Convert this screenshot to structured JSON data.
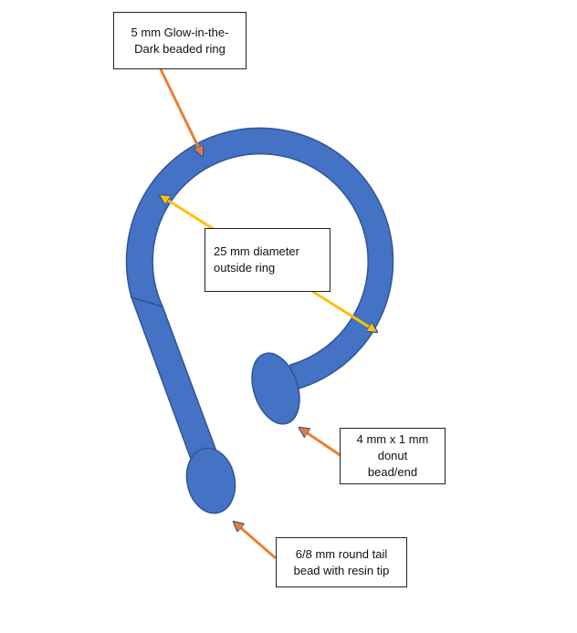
{
  "colors": {
    "part_fill": "#4472C4",
    "part_stroke": "#2F5597",
    "pointer_arrow": "#ED7D31",
    "dimension_arrow": "#FFC000"
  },
  "labels": {
    "ring": [
      "5 mm Glow-in-the-",
      "Dark beaded ring"
    ],
    "diameter": [
      "25 mm diameter",
      "outside ring"
    ],
    "donut": [
      "4 mm x 1 mm",
      "donut",
      "bead/end"
    ],
    "tail": [
      "6/8 mm round tail",
      "bead with resin tip"
    ]
  }
}
